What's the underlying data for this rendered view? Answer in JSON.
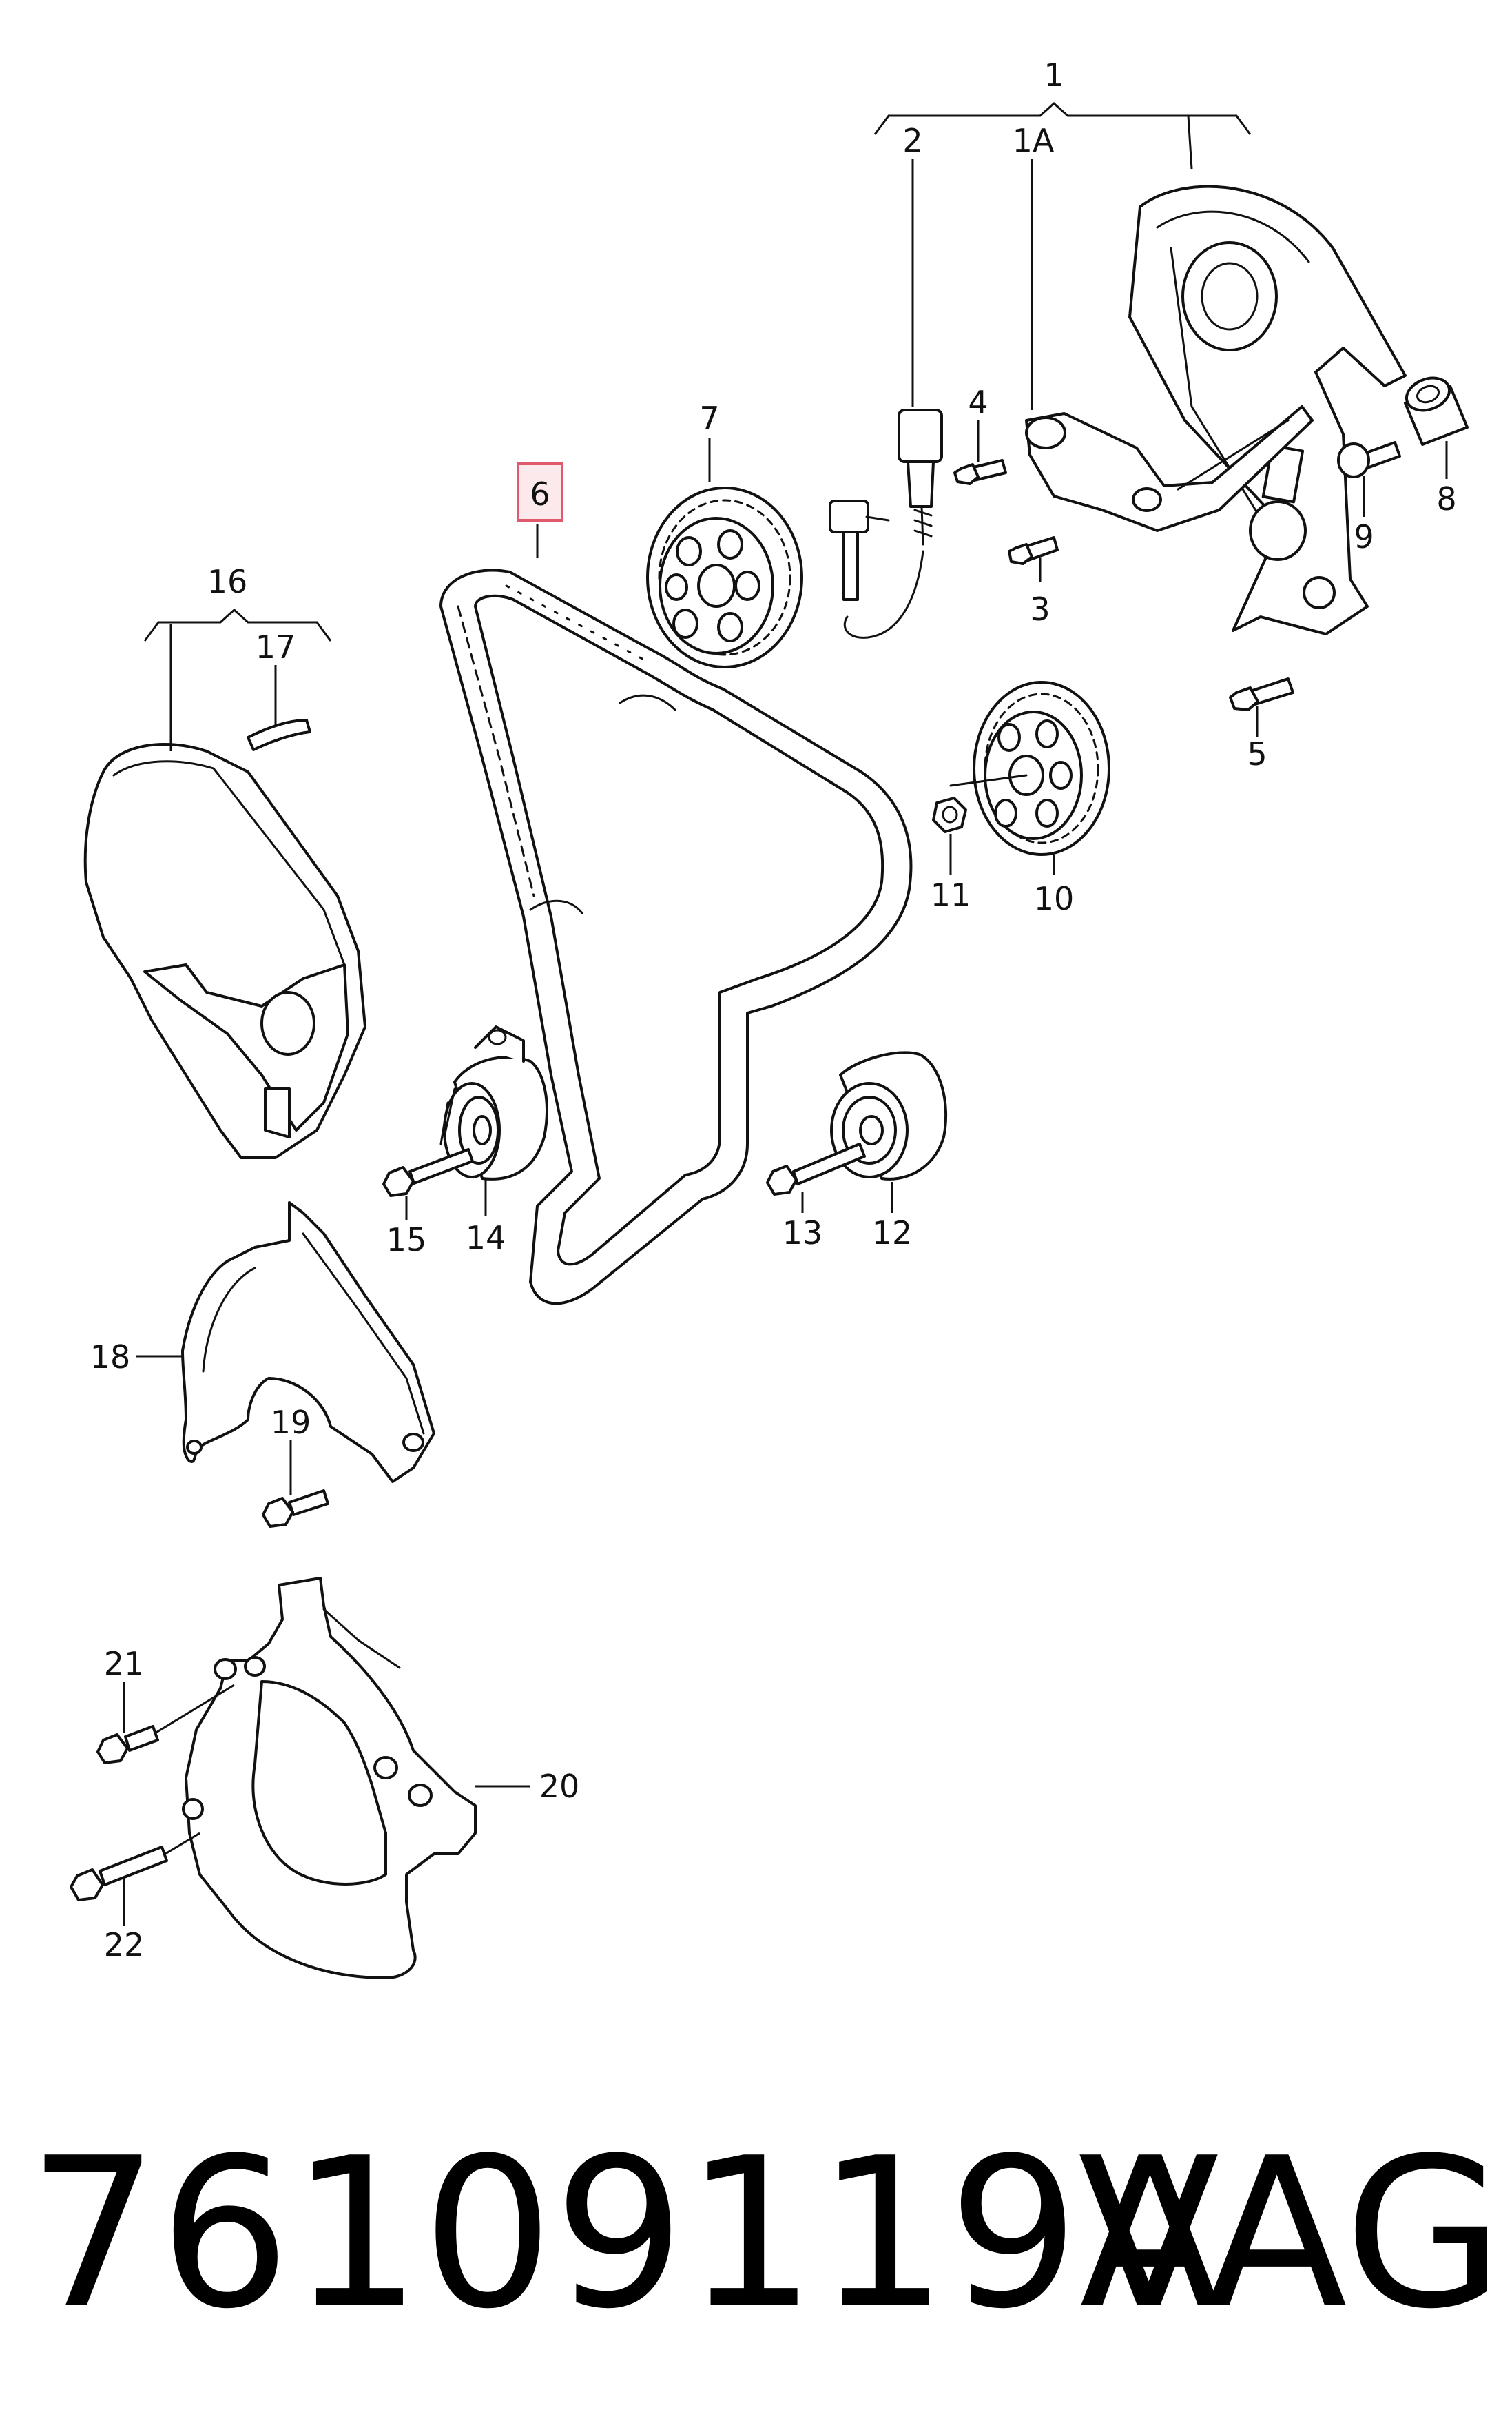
{
  "diagram": {
    "callouts": {
      "c1": "1",
      "c1a": "1A",
      "c2": "2",
      "c3": "3",
      "c4": "4",
      "c5": "5",
      "c6": "6",
      "c7": "7",
      "c8": "8",
      "c9": "9",
      "c10": "10",
      "c11": "11",
      "c12": "12",
      "c13": "13",
      "c14": "14",
      "c15": "15",
      "c16": "16",
      "c17": "17",
      "c18": "18",
      "c19": "19",
      "c20": "20",
      "c21": "21",
      "c22": "22"
    },
    "highlighted_part": "6",
    "highlight_color": "#e05a6d"
  },
  "footer": {
    "part_number": "76109119A",
    "brand": "VAG"
  }
}
